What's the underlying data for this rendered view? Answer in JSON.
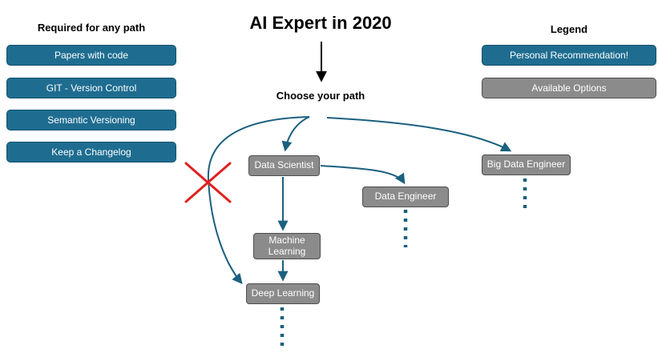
{
  "title": "AI Expert in 2020",
  "required_panel": {
    "header": "Required for any path",
    "items": [
      {
        "label": "Papers with code"
      },
      {
        "label": "GIT - Version Control"
      },
      {
        "label": "Semantic Versioning"
      },
      {
        "label": "Keep a Changelog"
      }
    ]
  },
  "legend": {
    "header": "Legend",
    "items": [
      {
        "label": "Personal Recommendation!",
        "style": "recommendation"
      },
      {
        "label": "Available Options",
        "style": "available"
      }
    ]
  },
  "flow": {
    "choose_label": "Choose your path",
    "nodes": [
      {
        "label": "Data Scientist"
      },
      {
        "label": "Data Engineer"
      },
      {
        "label": "Big Data Engineer"
      },
      {
        "label": "Machine Learning"
      },
      {
        "label": "Deep Learning"
      }
    ]
  },
  "colors": {
    "recommendation_fill": "#1e6d90",
    "available_fill": "#8b8b8b",
    "arrow": "#1a607f",
    "cross": "#e02020",
    "title_arrow": "#000000"
  }
}
